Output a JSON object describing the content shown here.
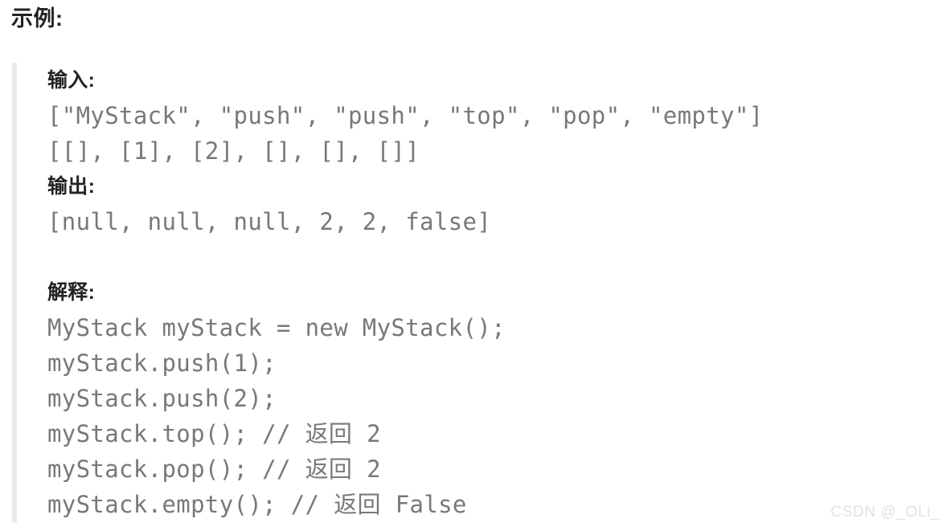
{
  "page": {
    "title": "示例:",
    "background_color": "#ffffff"
  },
  "example_block": {
    "border_color": "#e8e8e8",
    "label_color": "#232323",
    "code_color": "#78787a",
    "lines": [
      {
        "kind": "label",
        "text": "输入:"
      },
      {
        "kind": "code",
        "text": "[\"MyStack\", \"push\", \"push\", \"top\", \"pop\", \"empty\"]"
      },
      {
        "kind": "code",
        "text": "[[], [1], [2], [], [], []]"
      },
      {
        "kind": "label",
        "text": "输出:"
      },
      {
        "kind": "code",
        "text": "[null, null, null, 2, 2, false]"
      },
      {
        "kind": "blank",
        "text": ""
      },
      {
        "kind": "label",
        "text": "解释:"
      },
      {
        "kind": "code",
        "text": "MyStack myStack = new MyStack();"
      },
      {
        "kind": "code",
        "text": "myStack.push(1);"
      },
      {
        "kind": "code",
        "text": "myStack.push(2);"
      },
      {
        "kind": "code",
        "text": "myStack.top(); // 返回 2"
      },
      {
        "kind": "code",
        "text": "myStack.pop(); // 返回 2"
      },
      {
        "kind": "code",
        "text": "myStack.empty(); // 返回 False"
      }
    ]
  },
  "watermark": {
    "text": "CSDN @_OLi_",
    "color": "#e2e2e2"
  }
}
